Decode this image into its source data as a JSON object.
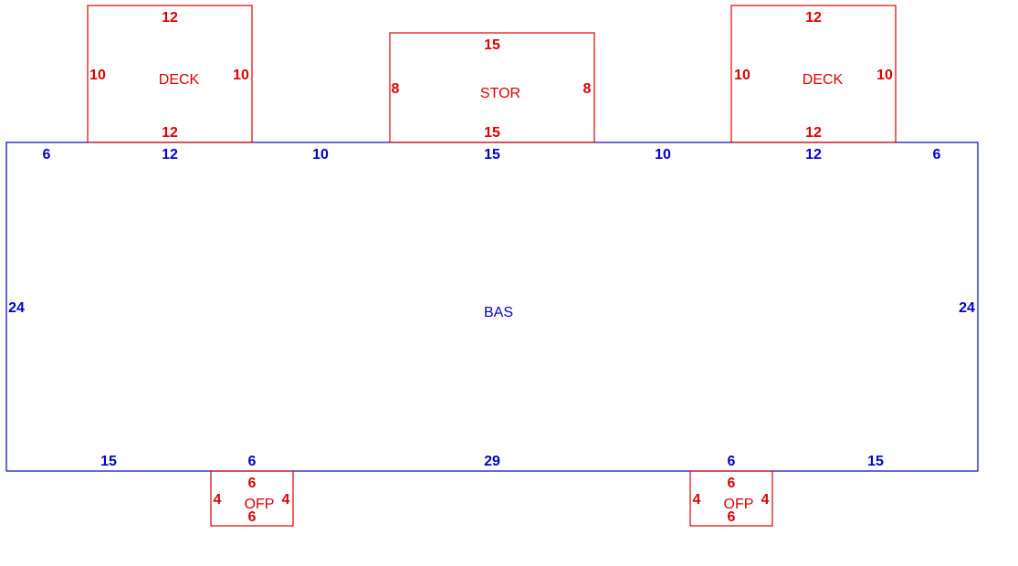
{
  "colors": {
    "main_structure": "#0000cc",
    "addition": "#dd0000",
    "background": "#ffffff"
  },
  "main": {
    "label": "BAS",
    "top_dims": [
      "6",
      "12",
      "10",
      "15",
      "10",
      "12",
      "6"
    ],
    "left_dim": "24",
    "right_dim": "24",
    "bottom_dims": [
      "15",
      "6",
      "29",
      "6",
      "15"
    ]
  },
  "deck_left": {
    "label": "DECK",
    "top": "12",
    "bottom": "12",
    "left": "10",
    "right": "10"
  },
  "stor": {
    "label": "STOR",
    "top": "15",
    "bottom": "15",
    "left": "8",
    "right": "8"
  },
  "deck_right": {
    "label": "DECK",
    "top": "12",
    "bottom": "12",
    "left": "10",
    "right": "10"
  },
  "ofp_left": {
    "label": "OFP",
    "top": "6",
    "bottom": "6",
    "left": "4",
    "right": "4"
  },
  "ofp_right": {
    "label": "OFP",
    "top": "6",
    "bottom": "6",
    "left": "4",
    "right": "4"
  }
}
